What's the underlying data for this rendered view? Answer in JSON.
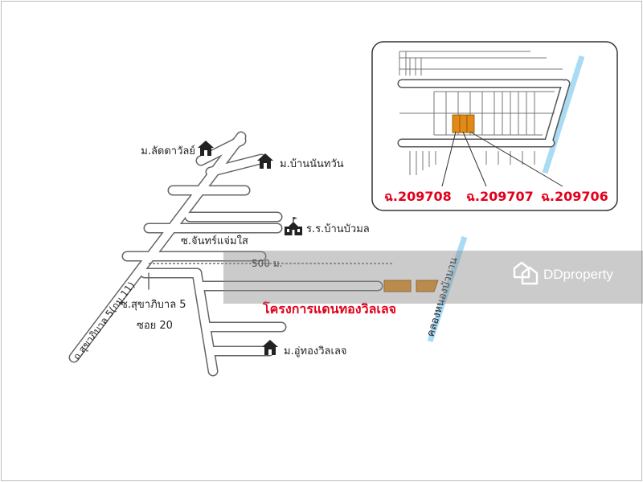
{
  "colors": {
    "road_outline": "#666666",
    "road_fill": "#ffffff",
    "canal": "#a9dcf3",
    "plot": "#e08a17",
    "plot_outline": "#8a5200",
    "highlight_text": "#e3001b",
    "watermark_band": "#8c8c8c"
  },
  "labels": {
    "village_ladda": "ม.ลัดดาวัลย์",
    "village_bannantawan": "ม.บ้านนันทวัน",
    "school": "ร.ร.บ้านบัวมล",
    "soi_chan": "ซ.จันทร์แจ่มใส",
    "distance": "500 ม.",
    "road_main": "ถ.สุขาภิบาล 5(กม.11)",
    "soi_sukha_1": "ซ.สุขาภิบาล 5",
    "soi_sukha_2": "ซอย 20",
    "project": "โครงการแดนทองวิลเลจ",
    "canal": "คลองหนองบัวบาน",
    "village_uthong": "ม.อู่ทองวิลเลจ"
  },
  "inset": {
    "plots": [
      "ฉ.209708",
      "ฉ.209707",
      "ฉ.209706"
    ]
  },
  "watermark": {
    "brand": "DDproperty",
    "icon": "ddproperty-logo-icon"
  },
  "icons": {
    "house": "house-icon",
    "school": "school-icon"
  }
}
